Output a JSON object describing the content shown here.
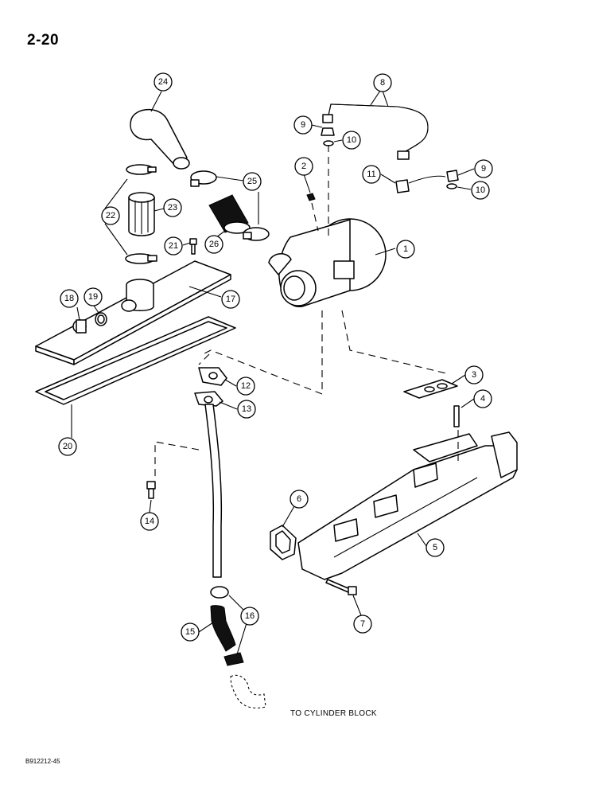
{
  "page": {
    "number": "2-20",
    "caption": "TO CYLINDER BLOCK",
    "doc_id": "B912212-45"
  },
  "callouts": [
    {
      "id": "c1",
      "label": "1"
    },
    {
      "id": "c2",
      "label": "2"
    },
    {
      "id": "c3",
      "label": "3"
    },
    {
      "id": "c4",
      "label": "4"
    },
    {
      "id": "c5",
      "label": "5"
    },
    {
      "id": "c6",
      "label": "6"
    },
    {
      "id": "c7",
      "label": "7"
    },
    {
      "id": "c8",
      "label": "8"
    },
    {
      "id": "c9a",
      "label": "9"
    },
    {
      "id": "c9b",
      "label": "9"
    },
    {
      "id": "c10a",
      "label": "10"
    },
    {
      "id": "c10b",
      "label": "10"
    },
    {
      "id": "c11",
      "label": "11"
    },
    {
      "id": "c12",
      "label": "12"
    },
    {
      "id": "c13",
      "label": "13"
    },
    {
      "id": "c14",
      "label": "14"
    },
    {
      "id": "c15",
      "label": "15"
    },
    {
      "id": "c16",
      "label": "16"
    },
    {
      "id": "c17",
      "label": "17"
    },
    {
      "id": "c18",
      "label": "18"
    },
    {
      "id": "c19",
      "label": "19"
    },
    {
      "id": "c20",
      "label": "20"
    },
    {
      "id": "c21",
      "label": "21"
    },
    {
      "id": "c22",
      "label": "22"
    },
    {
      "id": "c23",
      "label": "23"
    },
    {
      "id": "c24",
      "label": "24"
    },
    {
      "id": "c25",
      "label": "25"
    },
    {
      "id": "c26",
      "label": "26"
    }
  ]
}
